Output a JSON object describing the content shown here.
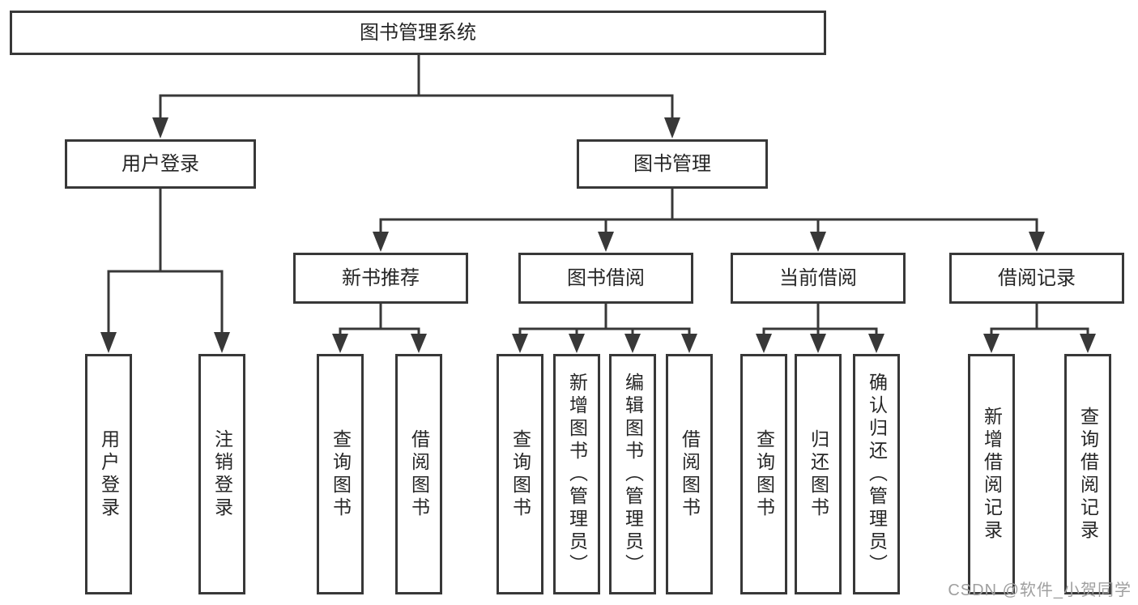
{
  "diagram": {
    "root_label": "图书管理系统",
    "level2": [
      {
        "label": "用户登录"
      },
      {
        "label": "图书管理"
      }
    ],
    "level3": [
      {
        "label": "新书推荐"
      },
      {
        "label": "图书借阅"
      },
      {
        "label": "当前借阅"
      },
      {
        "label": "借阅记录"
      }
    ],
    "leaves": {
      "user_login": [
        "用户登录",
        "注销登录"
      ],
      "new_books": [
        "查询图书",
        "借阅图书"
      ],
      "book_borrow": [
        "查询图书",
        "新增图书（管理员）",
        "编辑图书（管理员）",
        "借阅图书"
      ],
      "current_borrow": [
        "查询图书",
        "归还图书",
        "确认归还（管理员）"
      ],
      "borrow_records": [
        "新增借阅记录",
        "查询借阅记录"
      ]
    }
  },
  "watermark": {
    "text": "CSDN @软件_小贺同学"
  },
  "colors": {
    "line": "#383838",
    "border": "#383838",
    "text": "#262626",
    "bg": "#ffffff",
    "watermark": "#9f9f9f"
  }
}
